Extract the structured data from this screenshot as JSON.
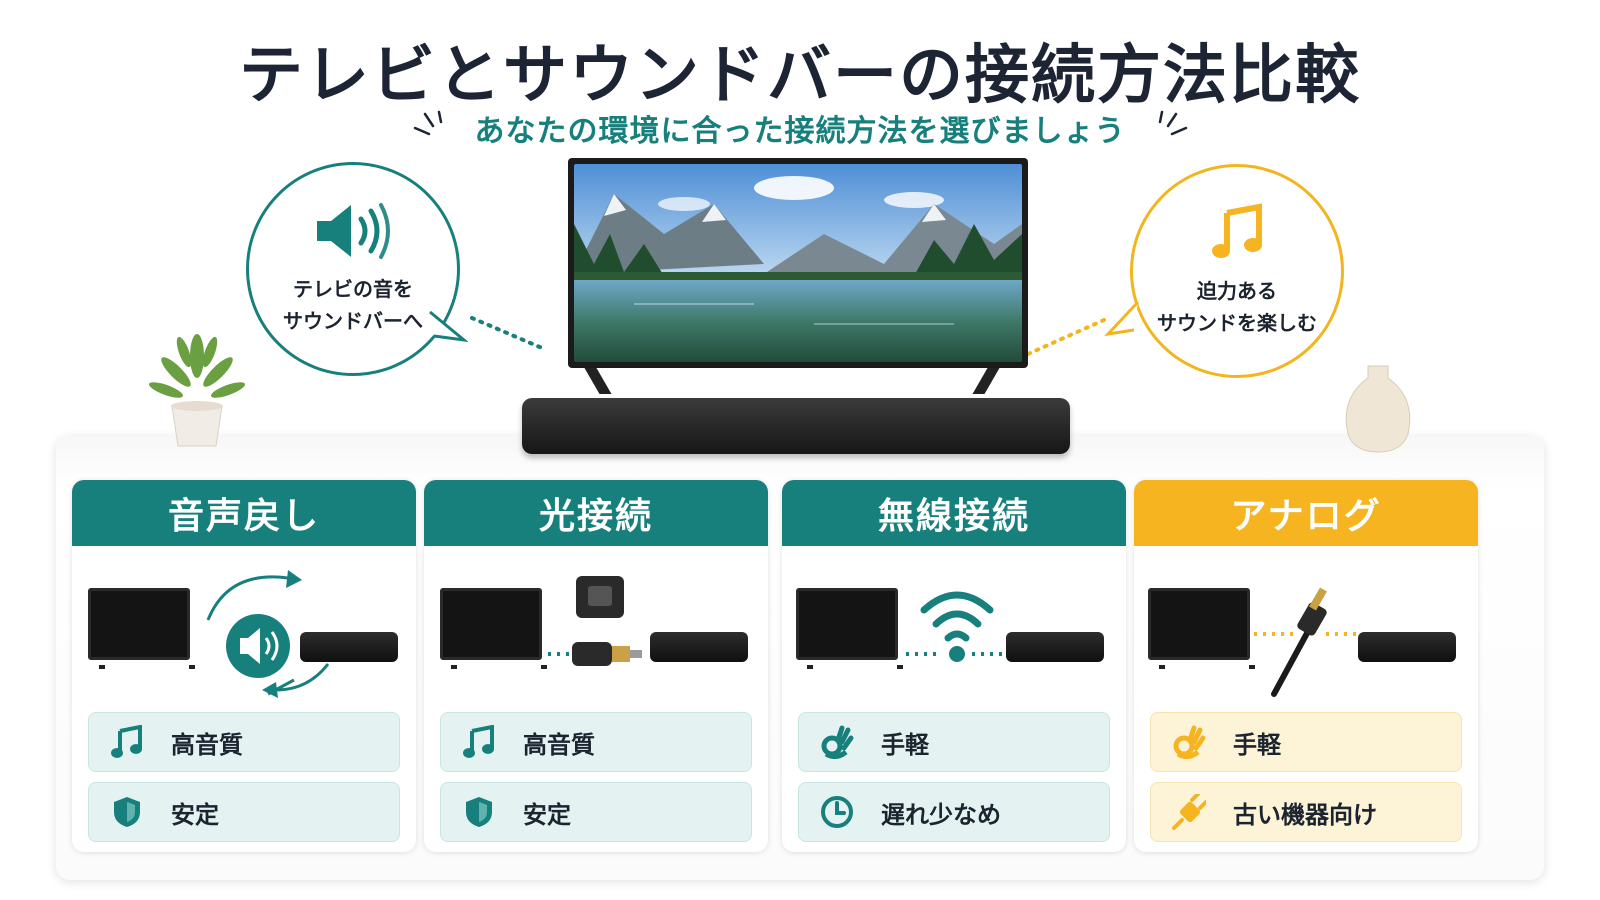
{
  "header": {
    "title": "テレビとサウンドバーの接続方法比較",
    "subtitle": "あなたの環境に合った接続方法を選びましょう"
  },
  "bubbles": {
    "left": {
      "line1": "テレビの音を",
      "line2": "サウンドバーへ",
      "icon": "speaker-icon"
    },
    "right": {
      "line1": "迫力ある",
      "line2": "サウンドを楽しむ",
      "icon": "music-note-icon"
    }
  },
  "colors": {
    "teal": "#17807d",
    "gold": "#f5b420",
    "dark": "#1d2433"
  },
  "cards": [
    {
      "title": "音声戻し",
      "theme": "teal",
      "features": [
        {
          "label": "高音質",
          "icon": "music-note-icon"
        },
        {
          "label": "安定",
          "icon": "shield-icon"
        }
      ]
    },
    {
      "title": "光接続",
      "theme": "teal",
      "features": [
        {
          "label": "高音質",
          "icon": "music-note-icon"
        },
        {
          "label": "安定",
          "icon": "shield-icon"
        }
      ]
    },
    {
      "title": "無線接続",
      "theme": "teal",
      "features": [
        {
          "label": "手軽",
          "icon": "ok-hand-icon"
        },
        {
          "label": "遅れ少なめ",
          "icon": "clock-icon"
        }
      ]
    },
    {
      "title": "アナログ",
      "theme": "gold",
      "features": [
        {
          "label": "手軽",
          "icon": "ok-hand-icon"
        },
        {
          "label": "古い機器向け",
          "icon": "plug-icon"
        }
      ]
    }
  ]
}
